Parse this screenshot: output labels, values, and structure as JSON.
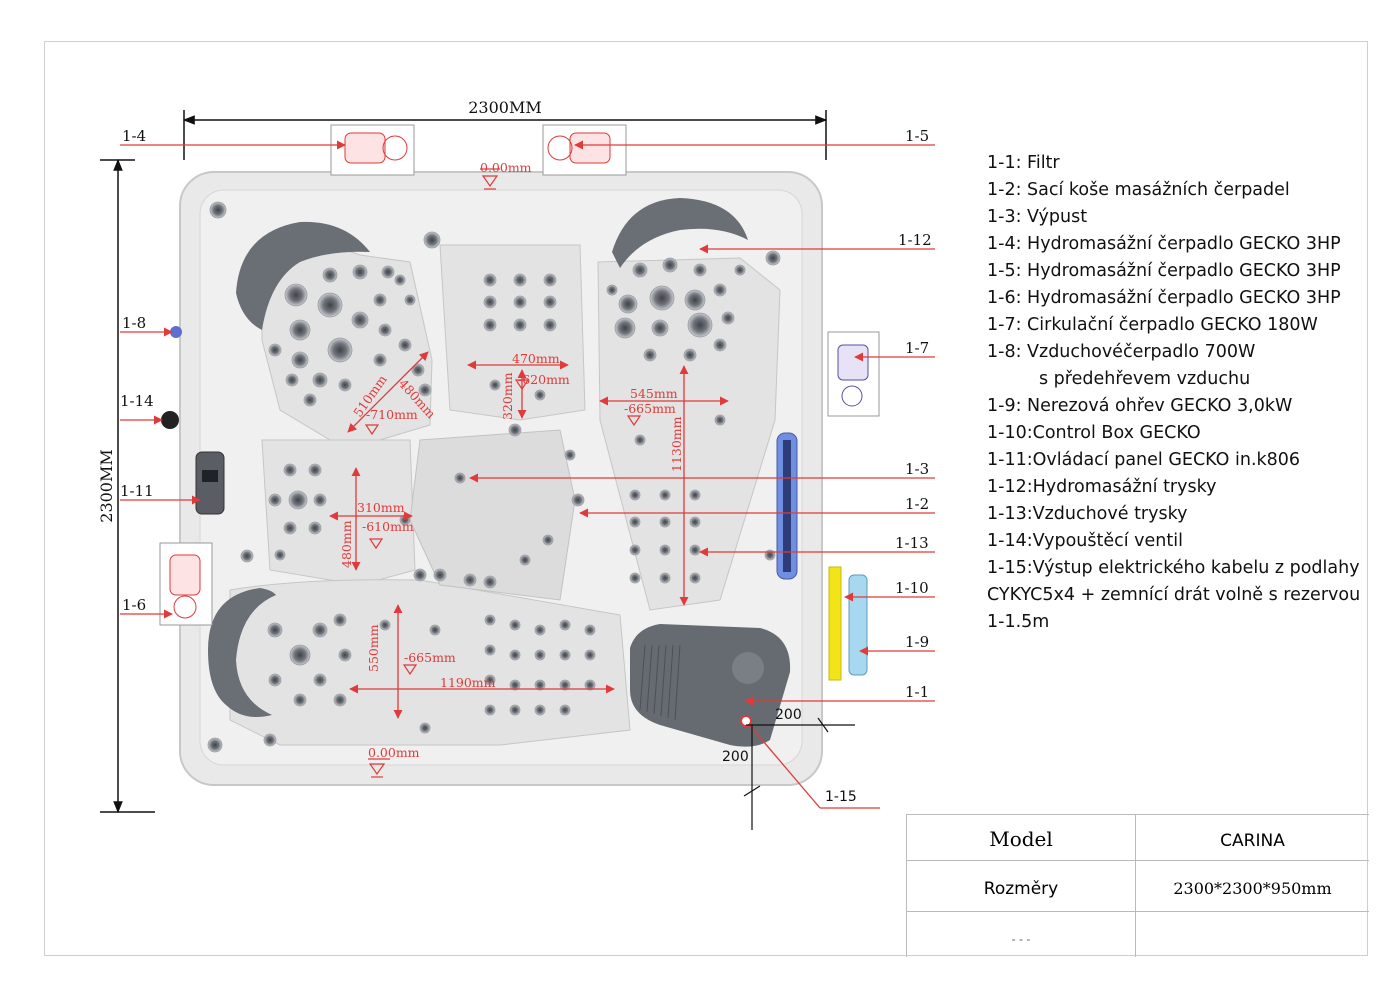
{
  "dimensions": {
    "width_label": "2300MM",
    "height_label": "2300MM"
  },
  "callouts": [
    "1-1",
    "1-2",
    "1-3",
    "1-4",
    "1-5",
    "1-6",
    "1-7",
    "1-8",
    "1-9",
    "1-10",
    "1-11",
    "1-12",
    "1-13",
    "1-14",
    "1-15"
  ],
  "measurements": {
    "top_edge": "0.00mm",
    "bottom_edge": "0.00mm",
    "m470": "470mm",
    "m620": "-620mm",
    "m320": "320mm",
    "m510": "510mm",
    "m480a": "480mm",
    "m710": "-710mm",
    "m545": "545mm",
    "m665a": "-665mm",
    "m1130": "1130mm",
    "m310": "310mm",
    "m610": "-610mm",
    "m480b": "480mm",
    "m550": "550mm",
    "m665b": "-665mm",
    "m1190": "1190mm",
    "cable_h": "200",
    "cable_v": "200"
  },
  "legend": [
    "1-1:  Filtr",
    "1-2:  Sací koše masážních čerpadel",
    "1-3:  Výpust",
    "1-4:  Hydromasážní čerpadlo GECKO 3HP",
    "1-5:  Hydromasážní čerpadlo GECKO 3HP",
    "1-6:  Hydromasážní čerpadlo GECKO 3HP",
    "1-7:  Cirkulační čerpadlo GECKO 180W",
    "1-8:  Vzduchovéčerpadlo 700W",
    "s předehřevem vzduchu",
    "1-9:  Nerezová ohřev GECKO 3,0kW",
    "1-10:Control Box GECKO",
    "1-11:Ovládací panel GECKO in.k806",
    "1-12:Hydromasážní trysky",
    "1-13:Vzduchové trysky",
    "1-14:Vypouštěcí ventil",
    "1-15:Výstup elektrického kabelu z podlahy",
    "CYKYC5x4 + zemnící drát volně s rezervou",
    "1-1.5m"
  ],
  "spec_table": {
    "model_label": "Model",
    "model_value": "CARINA",
    "size_label": "Rozměry",
    "size_value": "2300*2300*950mm",
    "row3_label": "- -        -"
  },
  "colors": {
    "dimension_red": "#e03a3a",
    "shell": "#ececec",
    "pillow": "#6a6e75",
    "jet": "#7d8188",
    "yellow": "#f3e41a",
    "blue_light": "#a8d8f0",
    "led_blue": "#6f8fe0"
  }
}
